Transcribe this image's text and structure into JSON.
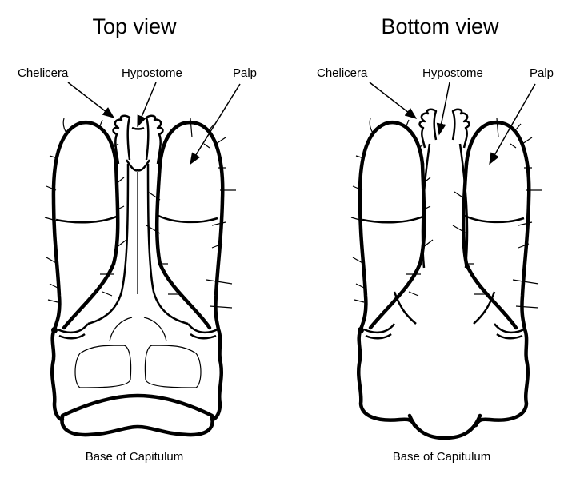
{
  "top_view": {
    "title": "Top view",
    "labels": {
      "chelicera": "Chelicera",
      "hypostome": "Hypostome",
      "palp": "Palp"
    },
    "base_label": "Base of Capitulum"
  },
  "bottom_view": {
    "title": "Bottom view",
    "labels": {
      "chelicera": "Chelicera",
      "hypostome": "Hypostome",
      "palp": "Palp"
    },
    "base_label": "Base of Capitulum"
  }
}
